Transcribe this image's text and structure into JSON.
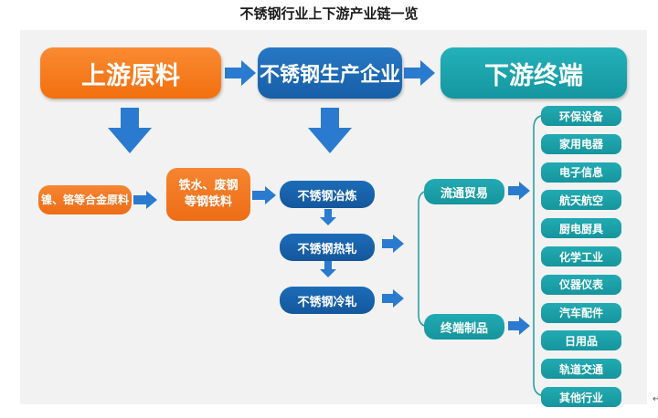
{
  "title": "不锈钢行业上下游产业链一览",
  "return_mark": "↵",
  "top": {
    "upstream": "上游原料",
    "producer": "不锈钢生产企业",
    "downstream": "下游终端"
  },
  "upstream_items": [
    "镍、铬等合金原料",
    "铁水、废钢等钢铁料"
  ],
  "process": [
    "不锈钢冶炼",
    "不锈钢热轧",
    "不锈钢冷轧"
  ],
  "channels": [
    "流通贸易",
    "终端制品"
  ],
  "end_uses": [
    "环保设备",
    "家用电器",
    "电子信息",
    "航天航空",
    "厨电厨具",
    "化学工业",
    "仪器仪表",
    "汽车配件",
    "日用品",
    "轨道交通",
    "其他行业"
  ],
  "colors": {
    "orange": "#f2700e",
    "blue": "#175ea8",
    "teal": "#14969f",
    "arrow_blue": "#2a7bd0",
    "panel_bg": "#f2f2f2"
  }
}
